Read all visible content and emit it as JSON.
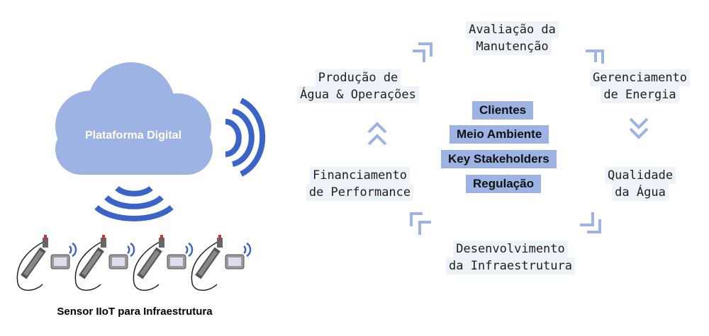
{
  "cloud": {
    "label": "Plataforma Digital"
  },
  "sensors": {
    "caption": "Sensor IIoT para Infraestrutura",
    "count": 4
  },
  "cycle": {
    "nodes": {
      "avaliacao": [
        "Avaliação da",
        "Manutenção"
      ],
      "gerenciamento": [
        "Gerenciamento",
        "de Energia"
      ],
      "qualidade": [
        "Qualidade",
        "da Água"
      ],
      "desenvolvimento": [
        "Desenvolvimento",
        "da Infraestrutura"
      ],
      "financiamento": [
        "Financiamento",
        "de Performance"
      ],
      "producao": [
        "Produção de",
        "Água & Operações"
      ]
    },
    "center": [
      "Clientes",
      "Meio Ambiente",
      "Key Stakeholders",
      "Regulação"
    ]
  },
  "colors": {
    "cloud": "#9db3e4",
    "signal": "#3b64c9",
    "arrow": "#9db3e4",
    "center_box": "#9db3e4"
  }
}
